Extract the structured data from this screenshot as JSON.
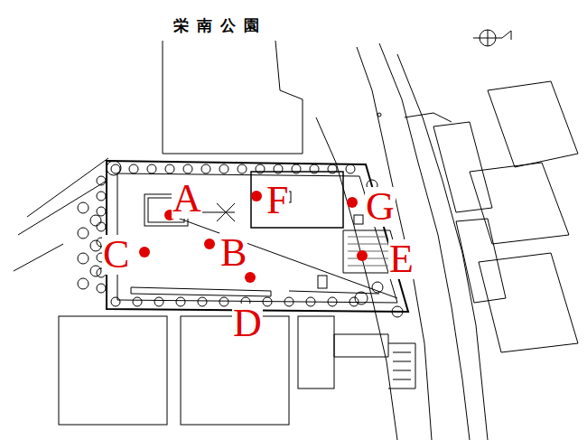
{
  "diagram": {
    "title": "栄南公園",
    "labels": [
      "A",
      "F",
      "G",
      "C",
      "B",
      "E",
      "D"
    ]
  }
}
